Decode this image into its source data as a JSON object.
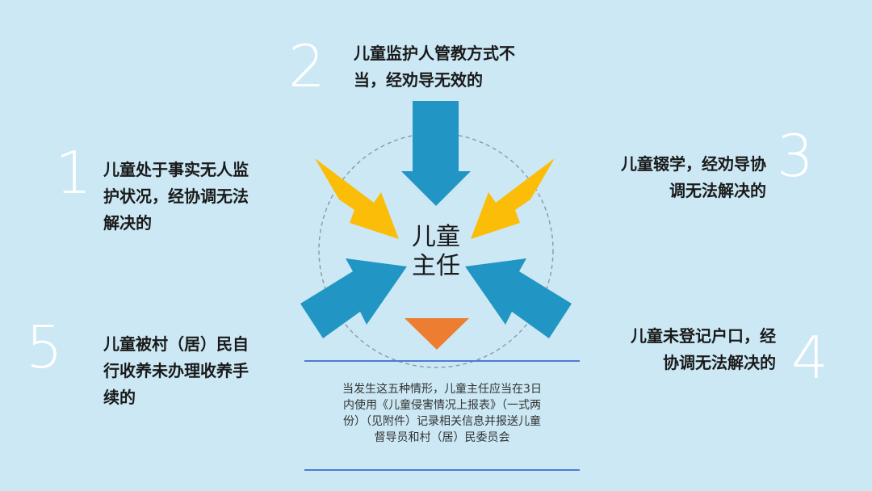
{
  "center": {
    "label": "儿童\n主任"
  },
  "cases": [
    {
      "number": "1",
      "text": "儿童处于事实无人监\n护状况，经协调无法\n解决的"
    },
    {
      "number": "2",
      "text": "儿童监护人管教方式不\n当，经劝导无效的"
    },
    {
      "number": "3",
      "text": "儿童辍学，经劝导协\n调无法解决的"
    },
    {
      "number": "4",
      "text": "儿童未登记户口，经\n协调无法解决的"
    },
    {
      "number": "5",
      "text": "儿童被村（居）民自\n行收养未办理收养手\n续的"
    }
  ],
  "note": {
    "text": "当发生这五种情形，儿童主任应当在3日\n内使用《儿童侵害情况上报表》（一式两\n份）（见附件）记录相关信息并报送儿童\n督导员和村（居）民委员会"
  },
  "colors": {
    "background": "#cbe8f4",
    "blue_arrow": "#2196c4",
    "yellow_arrow": "#fbbd08",
    "orange_triangle": "#ed7d31",
    "rule": "#4f7ccf"
  }
}
